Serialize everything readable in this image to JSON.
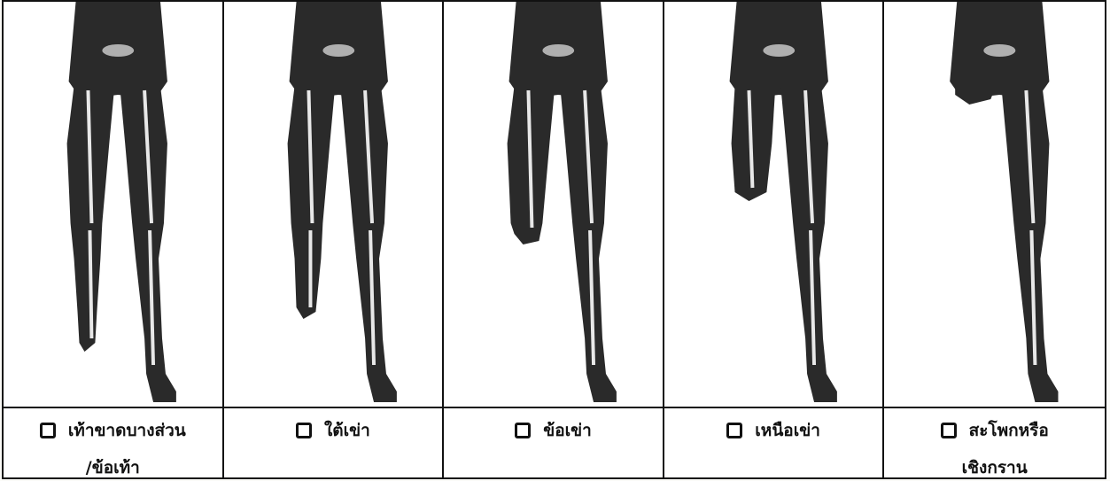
{
  "options": [
    {
      "line1": "เท้าขาดบางส่วน",
      "line2": "/ข้อเท้า",
      "checked": false
    },
    {
      "line1": "ใต้เข่า",
      "line2": "",
      "checked": false
    },
    {
      "line1": "ข้อเข่า",
      "line2": "",
      "checked": false
    },
    {
      "line1": "เหนือเข่า",
      "line2": "",
      "checked": false
    },
    {
      "line1": "สะโพกหรือ",
      "line2": "เชิงกราน",
      "checked": false
    }
  ],
  "colors": {
    "body": "#2a2a2a",
    "bone": "#e8e8e8",
    "border": "#111111"
  }
}
